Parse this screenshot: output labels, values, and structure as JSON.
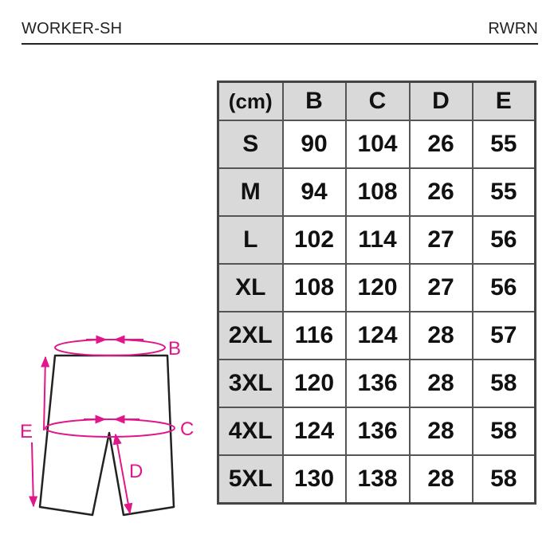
{
  "header": {
    "left": "WORKER-SH",
    "right": "RWRN"
  },
  "table": {
    "unit_label": "(cm)",
    "columns": [
      "B",
      "C",
      "D",
      "E"
    ],
    "rows": [
      {
        "size": "S",
        "values": [
          "90",
          "104",
          "26",
          "55"
        ]
      },
      {
        "size": "M",
        "values": [
          "94",
          "108",
          "26",
          "55"
        ]
      },
      {
        "size": "L",
        "values": [
          "102",
          "114",
          "27",
          "56"
        ]
      },
      {
        "size": "XL",
        "values": [
          "108",
          "120",
          "27",
          "56"
        ]
      },
      {
        "size": "2XL",
        "values": [
          "116",
          "124",
          "28",
          "57"
        ]
      },
      {
        "size": "3XL",
        "values": [
          "120",
          "136",
          "28",
          "58"
        ]
      },
      {
        "size": "4XL",
        "values": [
          "124",
          "136",
          "28",
          "58"
        ]
      },
      {
        "size": "5XL",
        "values": [
          "130",
          "138",
          "28",
          "58"
        ]
      }
    ]
  },
  "diagram": {
    "labels": {
      "b": "B",
      "c": "C",
      "d": "D",
      "e": "E"
    },
    "accent_color": "#e0168a"
  }
}
